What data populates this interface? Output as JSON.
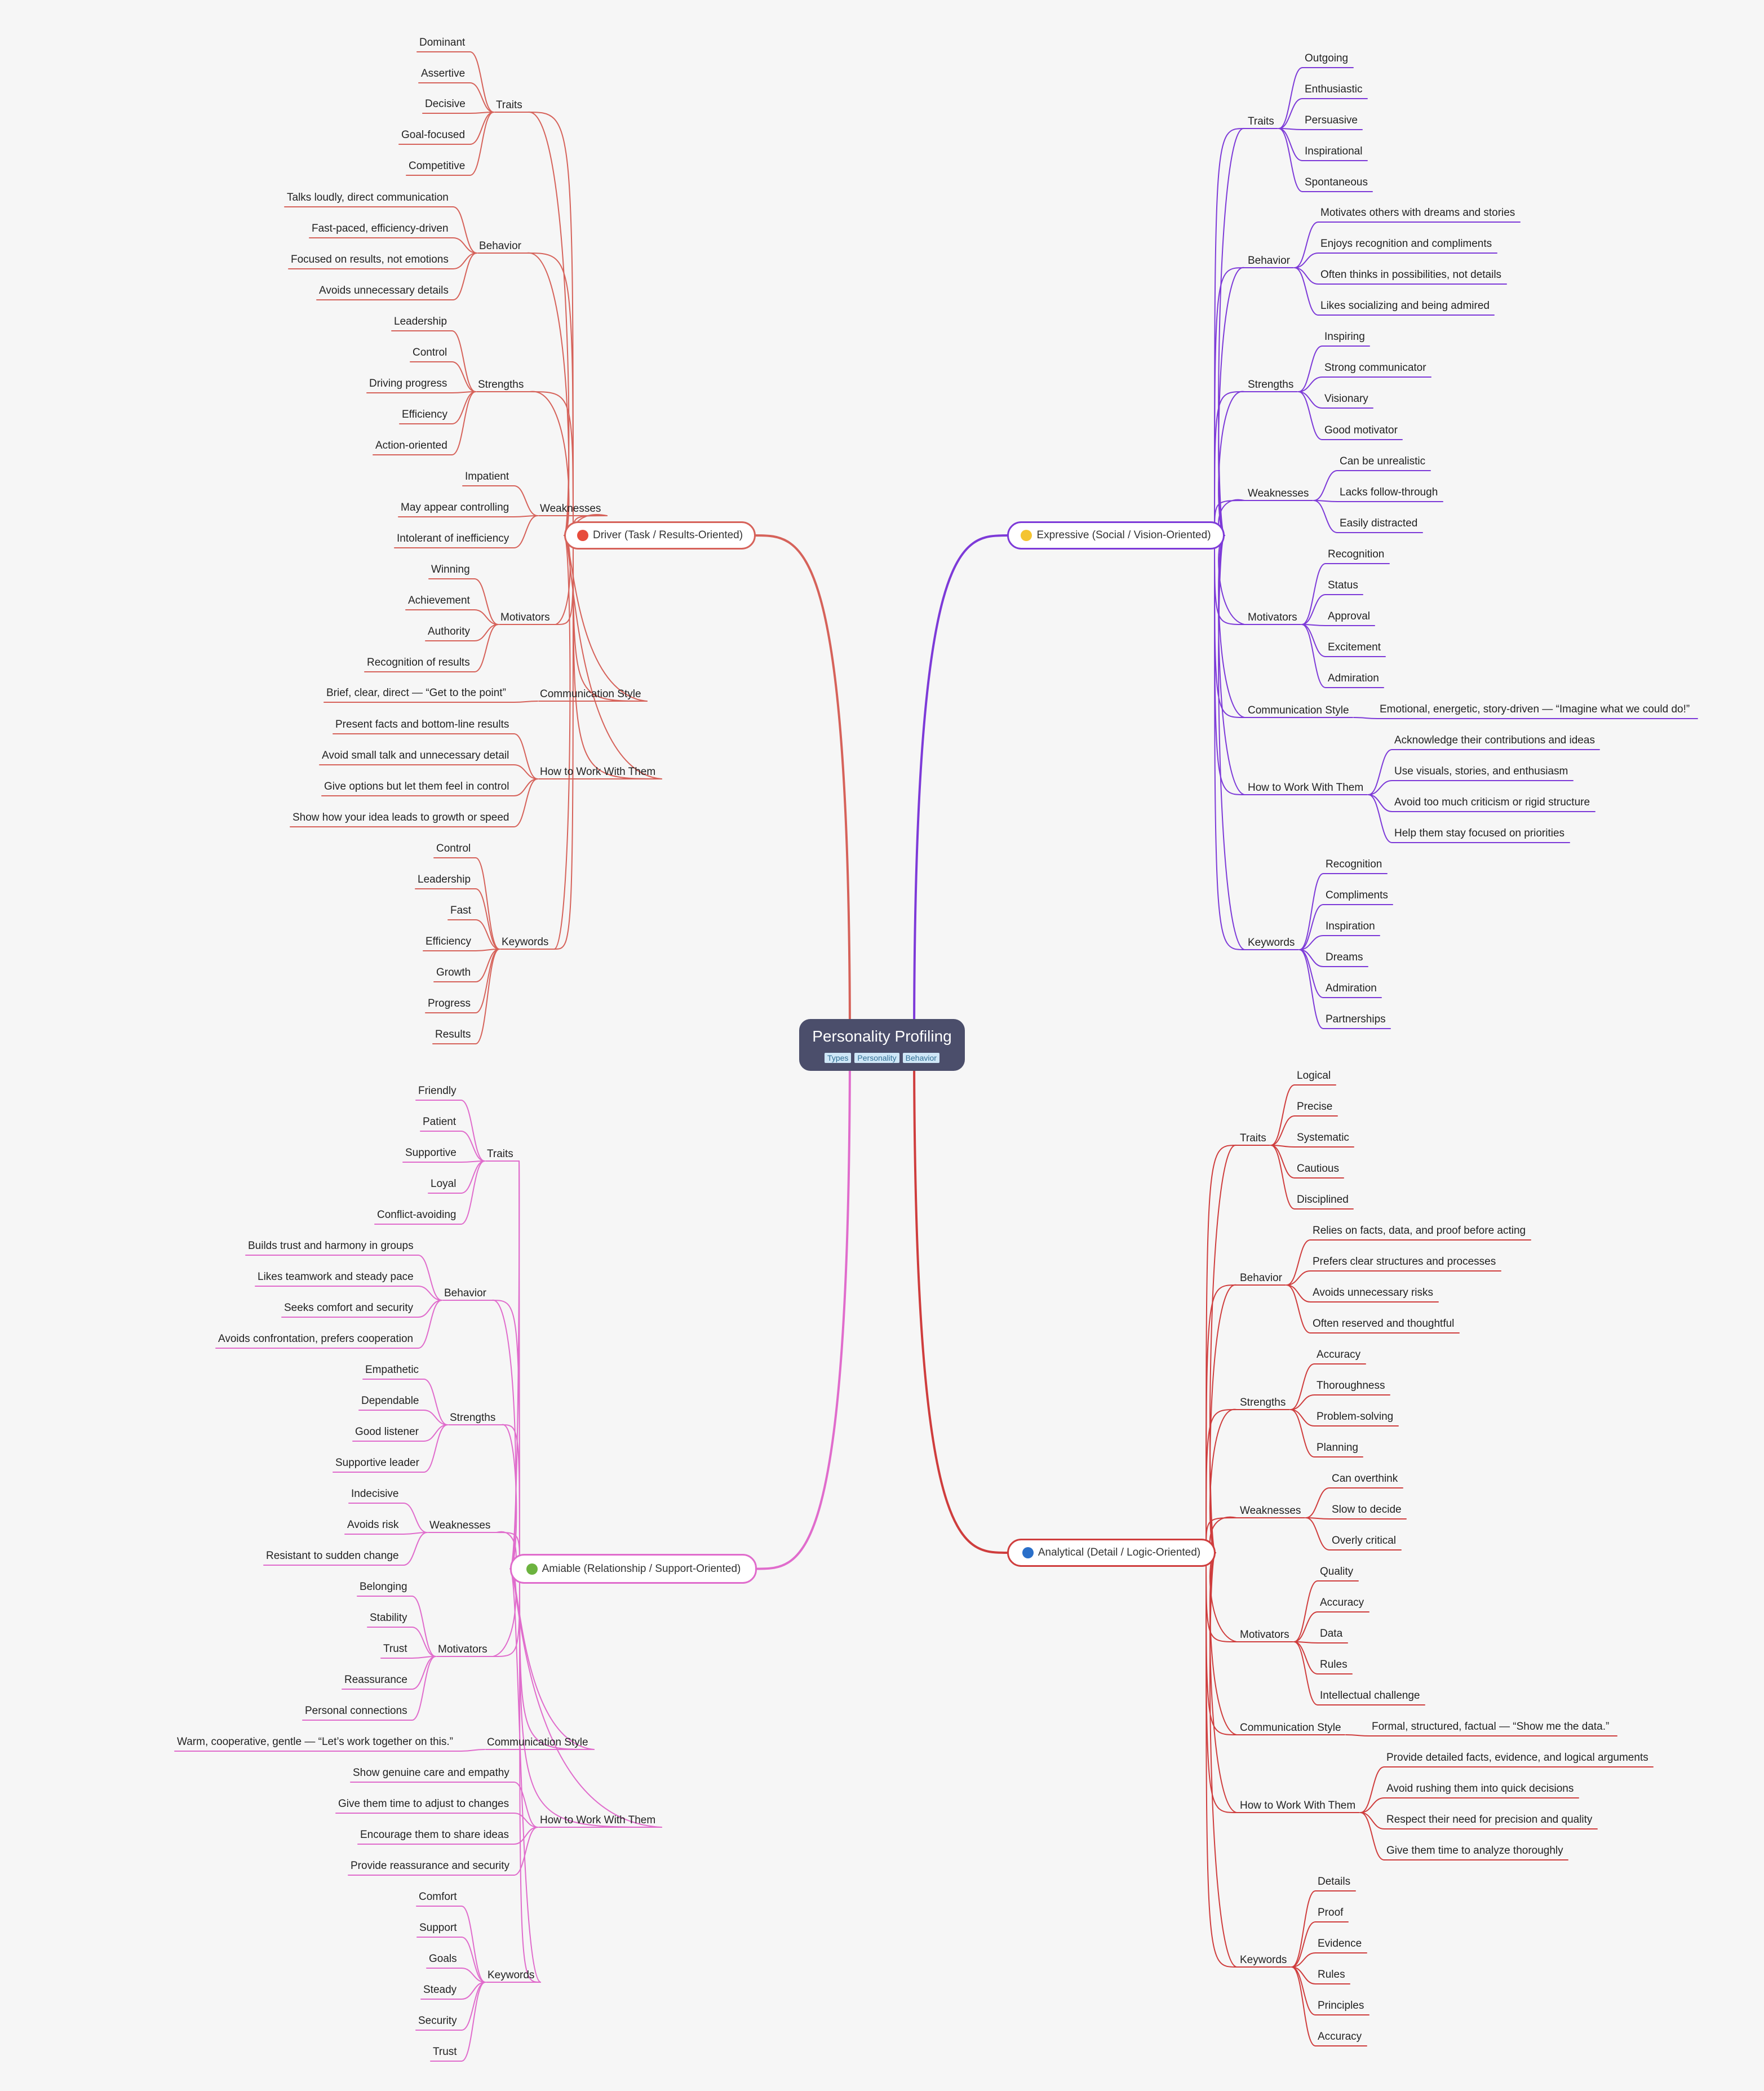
{
  "root": {
    "title": "Personality Profiling",
    "tags": [
      "Types",
      "Personality",
      "Behavior"
    ]
  },
  "colors": {
    "driver": "#d6625a",
    "expressive": "#7d3ad8",
    "analytical": "#cf3d3d",
    "amiable": "#e06ccc",
    "root_bg": "#4b4e6b"
  },
  "branches": [
    {
      "id": "driver",
      "label": "Driver (Task / Results-Oriented)",
      "icon": "red-circle-icon",
      "dot": "#e74c3c",
      "groups": [
        {
          "label": "Traits",
          "items": [
            "Dominant",
            "Assertive",
            "Decisive",
            "Goal-focused",
            "Competitive"
          ]
        },
        {
          "label": "Behavior",
          "items": [
            "Talks loudly, direct communication",
            "Fast-paced, efficiency-driven",
            "Focused on results, not emotions",
            "Avoids unnecessary details"
          ]
        },
        {
          "label": "Strengths",
          "items": [
            "Leadership",
            "Control",
            "Driving progress",
            "Efficiency",
            "Action-oriented"
          ]
        },
        {
          "label": "Weaknesses",
          "items": [
            "Impatient",
            "May appear controlling",
            "Intolerant of inefficiency"
          ]
        },
        {
          "label": "Motivators",
          "items": [
            "Winning",
            "Achievement",
            "Authority",
            "Recognition of results"
          ]
        },
        {
          "label": "Communication Style",
          "items": [
            "Brief, clear, direct —  “Get to the point”"
          ]
        },
        {
          "label": "How to Work With Them",
          "items": [
            "Present facts and bottom-line results",
            "Avoid small talk and unnecessary detail",
            "Give options but let them feel in control",
            "Show how your idea leads to growth or speed"
          ]
        },
        {
          "label": "Keywords",
          "items": [
            "Control",
            "Leadership",
            "Fast",
            "Efficiency",
            "Growth",
            "Progress",
            "Results"
          ]
        }
      ]
    },
    {
      "id": "expressive",
      "label": "Expressive (Social / Vision-Oriented)",
      "icon": "yellow-circle-icon",
      "dot": "#f4c430",
      "groups": [
        {
          "label": "Traits",
          "items": [
            "Outgoing",
            "Enthusiastic",
            "Persuasive",
            "Inspirational",
            "Spontaneous"
          ]
        },
        {
          "label": "Behavior",
          "items": [
            "Motivates others with dreams and stories",
            "Enjoys recognition and compliments",
            "Often thinks in possibilities, not details",
            "Likes socializing and being admired"
          ]
        },
        {
          "label": "Strengths",
          "items": [
            "Inspiring",
            "Strong communicator",
            "Visionary",
            "Good motivator"
          ]
        },
        {
          "label": "Weaknesses",
          "items": [
            "Can be unrealistic",
            "Lacks follow-through",
            "Easily distracted"
          ]
        },
        {
          "label": "Motivators",
          "items": [
            "Recognition",
            "Status",
            "Approval",
            "Excitement",
            "Admiration"
          ]
        },
        {
          "label": "Communication Style",
          "items": [
            "Emotional, energetic, story-driven —  “Imagine what we could do!”"
          ]
        },
        {
          "label": "How to Work With Them",
          "items": [
            "Acknowledge their contributions and ideas",
            "Use visuals, stories, and enthusiasm",
            "Avoid too much criticism or rigid structure",
            "Help them stay focused on priorities"
          ]
        },
        {
          "label": "Keywords",
          "items": [
            "Recognition",
            "Compliments",
            "Inspiration",
            "Dreams",
            "Admiration",
            "Partnerships"
          ]
        }
      ]
    },
    {
      "id": "amiable",
      "label": "Amiable (Relationship / Support-Oriented)",
      "icon": "green-circle-icon",
      "dot": "#6cb33f",
      "groups": [
        {
          "label": "Traits",
          "items": [
            "Friendly",
            "Patient",
            "Supportive",
            "Loyal",
            "Conflict-avoiding"
          ]
        },
        {
          "label": "Behavior",
          "items": [
            "Builds trust and harmony in groups",
            "Likes teamwork and steady pace",
            "Seeks comfort and security",
            "Avoids confrontation, prefers cooperation"
          ]
        },
        {
          "label": "Strengths",
          "items": [
            "Empathetic",
            "Dependable",
            "Good listener",
            "Supportive leader"
          ]
        },
        {
          "label": "Weaknesses",
          "items": [
            "Indecisive",
            "Avoids risk",
            "Resistant to sudden change"
          ]
        },
        {
          "label": "Motivators",
          "items": [
            "Belonging",
            "Stability",
            "Trust",
            "Reassurance",
            "Personal connections"
          ]
        },
        {
          "label": "Communication Style",
          "items": [
            "Warm, cooperative, gentle —  “Let’s work together on this.”"
          ]
        },
        {
          "label": "How to Work With Them",
          "items": [
            "Show genuine care and empathy",
            "Give them time to adjust to changes",
            "Encourage them to share ideas",
            "Provide reassurance and security"
          ]
        },
        {
          "label": "Keywords",
          "items": [
            "Comfort",
            "Support",
            "Goals",
            "Steady",
            "Security",
            "Trust"
          ]
        }
      ]
    },
    {
      "id": "analytical",
      "label": "Analytical (Detail / Logic-Oriented)",
      "icon": "blue-circle-icon",
      "dot": "#2a6fc9",
      "groups": [
        {
          "label": "Traits",
          "items": [
            "Logical",
            "Precise",
            "Systematic",
            "Cautious",
            "Disciplined"
          ]
        },
        {
          "label": "Behavior",
          "items": [
            "Relies on facts, data, and proof before acting",
            "Prefers clear structures and processes",
            "Avoids unnecessary risks",
            "Often reserved and thoughtful"
          ]
        },
        {
          "label": "Strengths",
          "items": [
            "Accuracy",
            "Thoroughness",
            "Problem-solving",
            "Planning"
          ]
        },
        {
          "label": "Weaknesses",
          "items": [
            "Can overthink",
            "Slow to decide",
            "Overly critical"
          ]
        },
        {
          "label": "Motivators",
          "items": [
            "Quality",
            "Accuracy",
            "Data",
            "Rules",
            "Intellectual challenge"
          ]
        },
        {
          "label": "Communication Style",
          "items": [
            "Formal, structured, factual —  “Show me the data.”"
          ]
        },
        {
          "label": "How to Work With Them",
          "items": [
            "Provide detailed facts, evidence, and logical arguments",
            "Avoid rushing them into quick decisions",
            "Respect their need for precision and quality",
            "Give them time to analyze thoroughly"
          ]
        },
        {
          "label": "Keywords",
          "items": [
            "Details",
            "Proof",
            "Evidence",
            "Rules",
            "Principles",
            "Accuracy"
          ]
        }
      ]
    }
  ]
}
